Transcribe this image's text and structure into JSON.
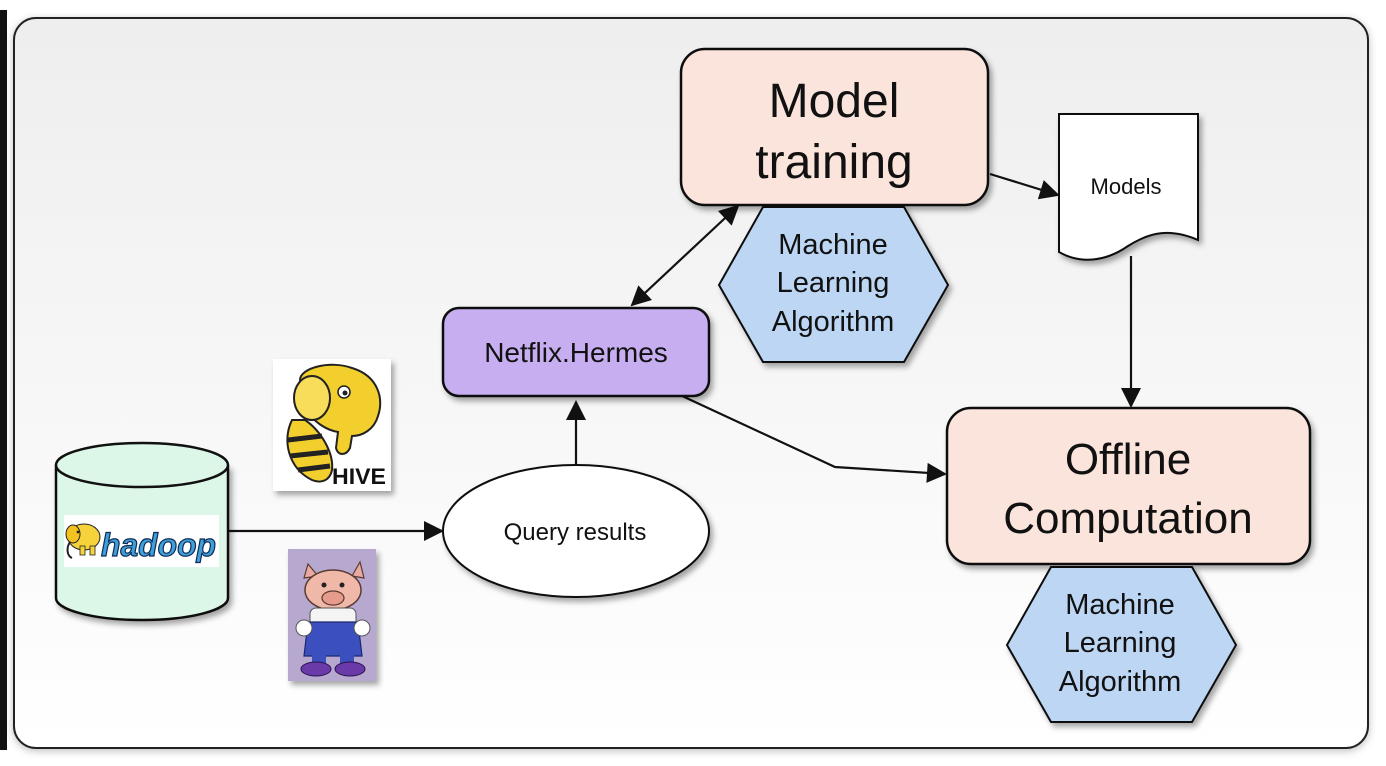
{
  "diagram": {
    "nodes": {
      "model_training": {
        "lines": [
          "Model",
          "training"
        ]
      },
      "ml_algo_top": {
        "lines": [
          "Machine",
          "Learning",
          "Algorithm"
        ]
      },
      "models_doc": {
        "label": "Models"
      },
      "netflix_hermes": {
        "label": "Netflix.Hermes"
      },
      "offline_computation": {
        "lines": [
          "Offline",
          "Computation"
        ]
      },
      "ml_algo_bottom": {
        "lines": [
          "Machine",
          "Learning",
          "Algorithm"
        ]
      },
      "query_results": {
        "label": "Query results"
      },
      "hadoop": {
        "logo_text": "hadoop"
      },
      "hive": {
        "logo_text": "HIVE"
      }
    },
    "colors": {
      "salmon_box": "#fbe4dc",
      "purple_box": "#c6aef0",
      "blue_hex": "#bcd6f3",
      "hadoop_cylinder": "#dcf7e8",
      "hadoop_blue": "#3f9fd8",
      "hive_yellow": "#f3cf2d",
      "pig_bg": "#b7a8cf",
      "outline": "#111111"
    }
  }
}
